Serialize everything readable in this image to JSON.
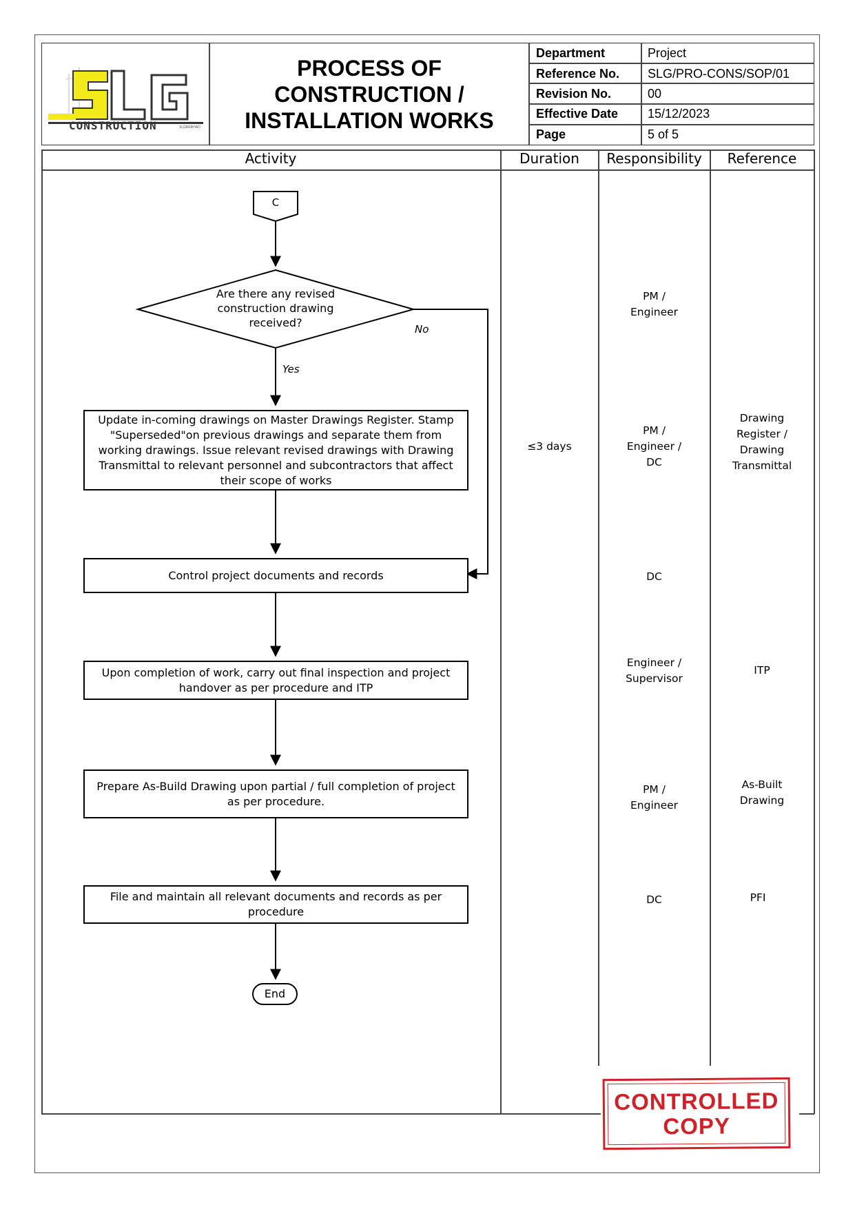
{
  "header": {
    "logo": {
      "brand": "SLG",
      "subtitle": "CONSTRUCTION",
      "tag": "SLGBERHAD"
    },
    "title_lines": [
      "PROCESS OF",
      "CONSTRUCTION /",
      "INSTALLATION WORKS"
    ],
    "meta": [
      {
        "key": "Department",
        "value": "Project"
      },
      {
        "key": "Reference No.",
        "value": "SLG/PRO-CONS/SOP/01"
      },
      {
        "key": "Revision No.",
        "value": "00"
      },
      {
        "key": "Effective Date",
        "value": "15/12/2023"
      },
      {
        "key": "Page",
        "value": "5 of 5"
      }
    ]
  },
  "columns": [
    "Activity",
    "Duration",
    "Responsibility",
    "Reference"
  ],
  "flow": {
    "connector": "C",
    "decision": "Are there any revised construction drawing received?",
    "no_label": "No",
    "yes_label": "Yes",
    "steps": [
      "Update in-coming drawings on Master Drawings Register. Stamp \"Superseded\"on previous drawings and separate them from working drawings. Issue relevant revised drawings with Drawing Transmittal to relevant personnel and subcontractors that affect their scope of works",
      "Control project documents and records",
      "Upon completion of work, carry out final inspection and project handover as per procedure and ITP",
      "Prepare As-Build Drawing upon partial / full completion of project as per procedure.",
      "File and maintain all relevant documents and records as per procedure"
    ],
    "end": "End"
  },
  "rows": [
    {
      "duration": "",
      "responsibility": [
        "PM /",
        "Engineer"
      ],
      "reference": []
    },
    {
      "duration": "≤3 days",
      "responsibility": [
        "PM /",
        "Engineer /",
        "DC"
      ],
      "reference": [
        "Drawing",
        "Register /",
        "Drawing",
        "Transmittal"
      ]
    },
    {
      "duration": "",
      "responsibility": [
        "DC"
      ],
      "reference": []
    },
    {
      "duration": "",
      "responsibility": [
        "Engineer /",
        "Supervisor"
      ],
      "reference": [
        "ITP"
      ]
    },
    {
      "duration": "",
      "responsibility": [
        "PM /",
        "Engineer"
      ],
      "reference": [
        "As-Built",
        "Drawing"
      ]
    },
    {
      "duration": "",
      "responsibility": [
        "DC"
      ],
      "reference": [
        "PFI"
      ]
    }
  ],
  "stamp": {
    "line1": "CONTROLLED",
    "line2": "COPY",
    "color": "#d0202a"
  },
  "colors": {
    "logo_yellow": "#f2ea1b",
    "logo_dark": "#333333"
  }
}
